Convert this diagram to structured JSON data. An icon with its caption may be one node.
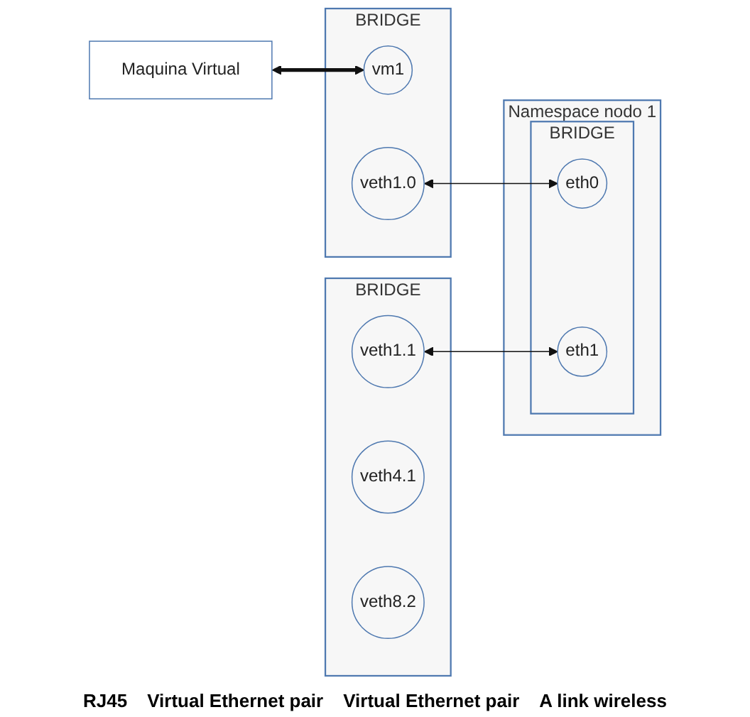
{
  "diagram": {
    "nodes": [
      {
        "text": [
          "Maquina Virtual"
        ]
      },
      {
        "text": [
          "BRIDGE"
        ]
      },
      {
        "text": [
          "vm1"
        ],
        "in": 1
      },
      {
        "text": [
          "veth1.0"
        ],
        "in": 1
      },
      {
        "text": [
          "BRIDGE"
        ]
      },
      {
        "text": [
          "veth1.1"
        ],
        "in": 4
      },
      {
        "text": [
          "veth4.1"
        ],
        "in": 4
      },
      {
        "text": [
          "veth8.2"
        ],
        "in": 4
      },
      {
        "text": [
          "Namespace nodo 1"
        ]
      },
      {
        "text": [
          "BRIDGE"
        ],
        "in": 8
      },
      {
        "text": [
          "eth0"
        ],
        "in": 9
      },
      {
        "text": [
          "eth1"
        ],
        "in": 9
      }
    ],
    "edges": [
      {
        "from": 0,
        "to": 2,
        "arrow": "both",
        "style": "thick"
      },
      {
        "from": 3,
        "to": 10,
        "arrow": "both"
      },
      {
        "from": 5,
        "to": 11,
        "arrow": "both"
      }
    ],
    "labels": [
      "RJ45",
      "Virtual Ethernet pair",
      "Virtual Ethernet pair",
      "A link wireless"
    ]
  }
}
